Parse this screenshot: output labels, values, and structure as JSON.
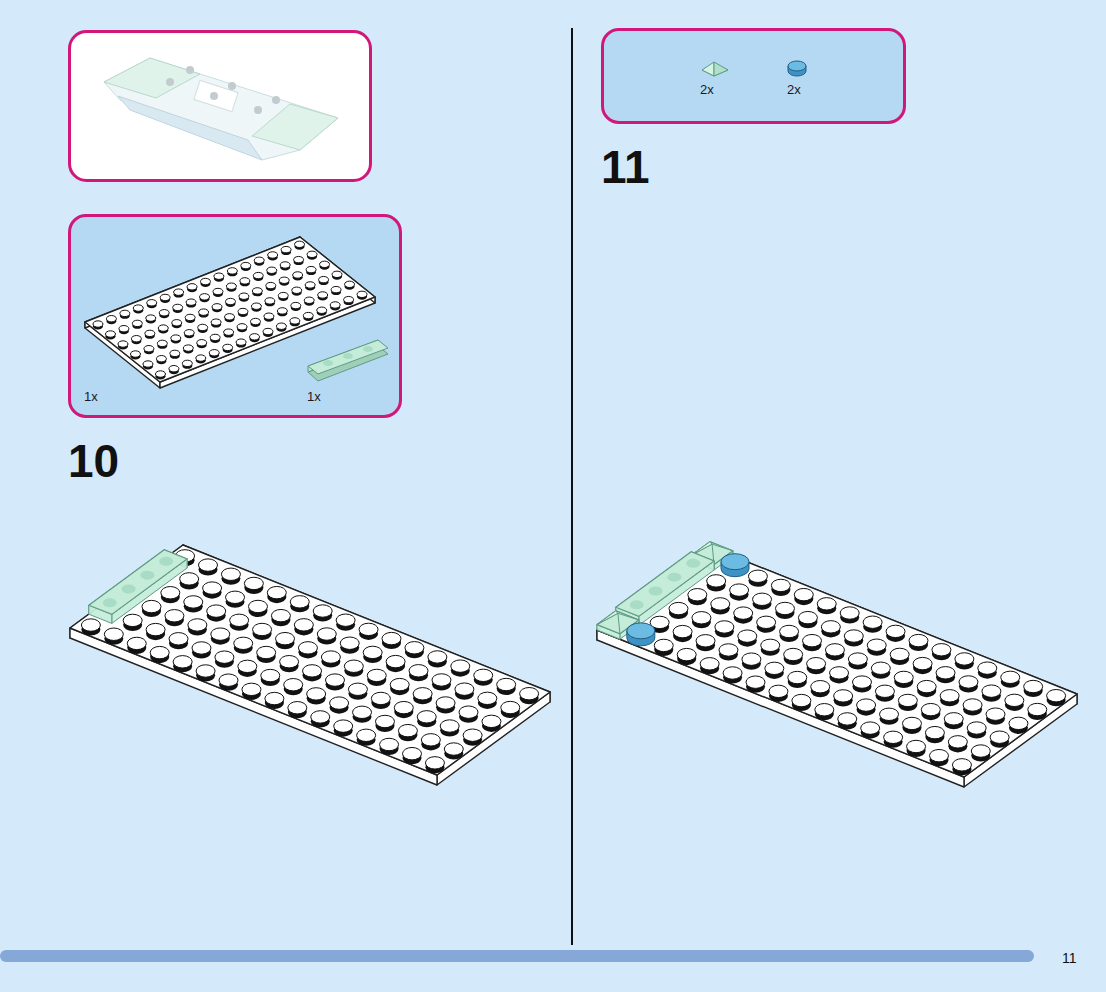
{
  "diagram": {
    "nodes": [
      {
        "text": [
          "1x",
          "1x"
        ]
      },
      {
        "text": [
          "2x",
          "2x"
        ]
      }
    ],
    "labels": [
      "10",
      "11",
      "11"
    ]
  }
}
